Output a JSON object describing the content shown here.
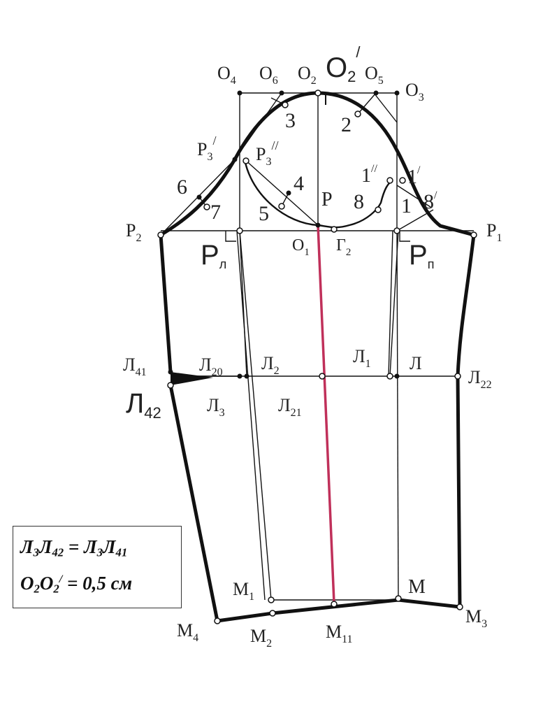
{
  "diagram": {
    "colors": {
      "ink": "#111111",
      "center_line": "#c0305a",
      "background": "#ffffff"
    },
    "labels": {
      "O4": {
        "base": "О",
        "sub": "4"
      },
      "O6": {
        "base": "О",
        "sub": "6"
      },
      "O2": {
        "base": "О",
        "sub": "2"
      },
      "O2p": {
        "base": "О",
        "sub": "2",
        "sup": "/"
      },
      "O5": {
        "base": "О",
        "sub": "5"
      },
      "O3": {
        "base": "О",
        "sub": "3"
      },
      "P3p": {
        "base": "Р",
        "sub": "3",
        "sup": "/"
      },
      "P3pp": {
        "base": "Р",
        "sub": "3",
        "sup": "//"
      },
      "n3": {
        "base": "3"
      },
      "n2": {
        "base": "2"
      },
      "n4": {
        "base": "4"
      },
      "n5": {
        "base": "5"
      },
      "n6": {
        "base": "6"
      },
      "n7": {
        "base": "7"
      },
      "P": {
        "base": "Р"
      },
      "n8": {
        "base": "8"
      },
      "n1pp": {
        "base": "1",
        "sup": "//"
      },
      "n1p": {
        "base": "1",
        "sup": "/"
      },
      "n1": {
        "base": "1"
      },
      "n8p": {
        "base": "8",
        "sup": "/"
      },
      "P2": {
        "base": "Р",
        "sub": "2"
      },
      "P1": {
        "base": "Р",
        "sub": "1"
      },
      "O1": {
        "base": "О",
        "sub": "1"
      },
      "G2": {
        "base": "Г",
        "sub": "2"
      },
      "Pl": {
        "base": "Р",
        "sub": "л"
      },
      "Pp": {
        "base": "Р",
        "sub": "п"
      },
      "L41": {
        "base": "Л",
        "sub": "41"
      },
      "L20": {
        "base": "Л",
        "sub": "20"
      },
      "L2": {
        "base": "Л",
        "sub": "2"
      },
      "L1": {
        "base": "Л",
        "sub": "1"
      },
      "L": {
        "base": "Л"
      },
      "L22": {
        "base": "Л",
        "sub": "22"
      },
      "L42": {
        "base": "Л",
        "sub": "42"
      },
      "L3": {
        "base": "Л",
        "sub": "3"
      },
      "L21": {
        "base": "Л",
        "sub": "21"
      },
      "M1": {
        "base": "М",
        "sub": "1"
      },
      "M": {
        "base": "М"
      },
      "M4": {
        "base": "М",
        "sub": "4"
      },
      "M2": {
        "base": "М",
        "sub": "2"
      },
      "M11": {
        "base": "М",
        "sub": "11"
      },
      "M3": {
        "base": "М",
        "sub": "3"
      }
    }
  },
  "formula": {
    "line1": {
      "a": "Л",
      "a_sub": "3",
      "b": "Л",
      "b_sub": "42",
      "eq": " = ",
      "c": "Л",
      "c_sub": "3",
      "d": "Л",
      "d_sub": "41"
    },
    "line2": {
      "a": "О",
      "a_sub": "2",
      "b": "О",
      "b_sub": "2",
      "b_sup": "/",
      "eq": " = ",
      "value": "0,5 см"
    }
  }
}
